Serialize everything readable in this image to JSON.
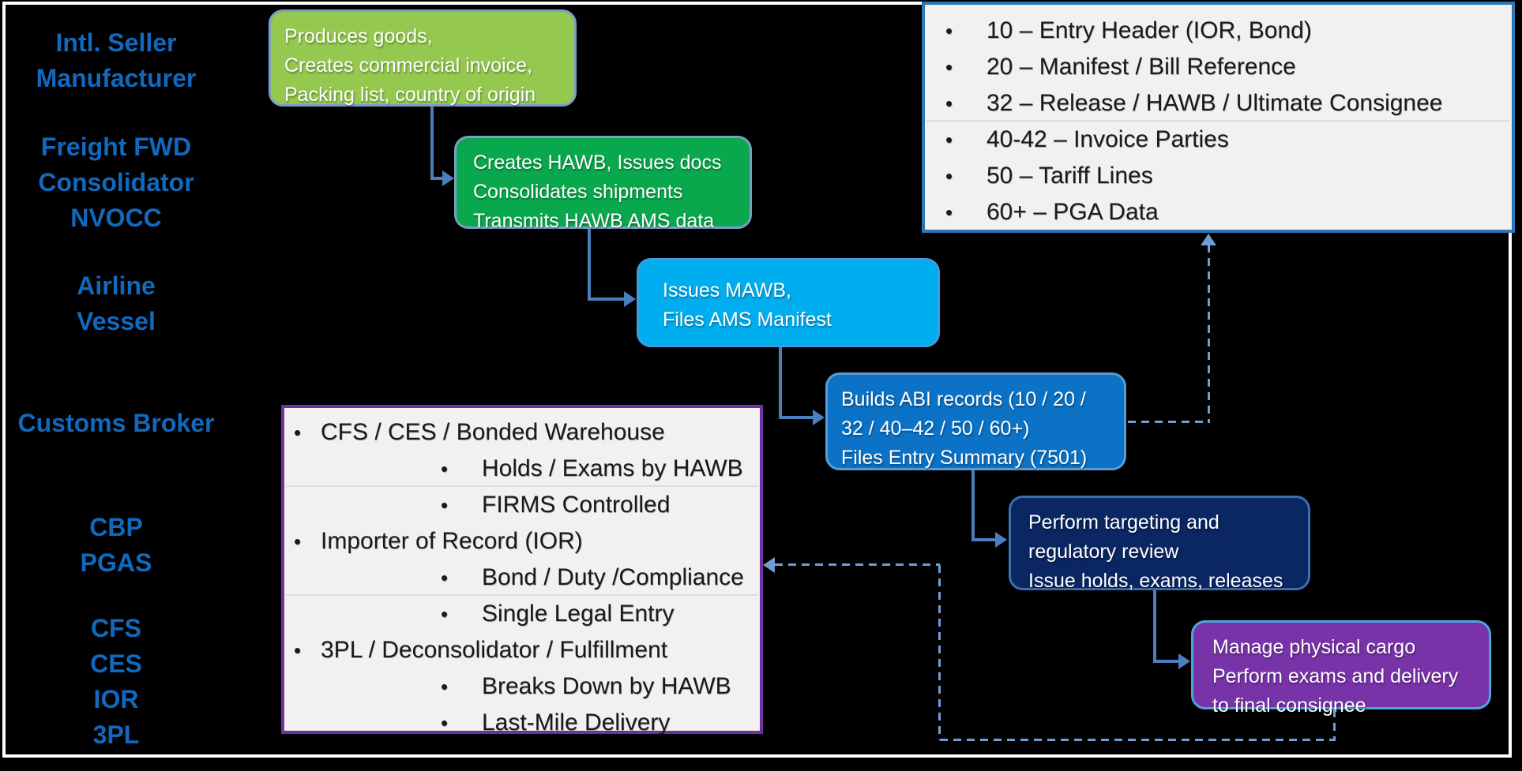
{
  "bullet": "•",
  "colors": {
    "bg": "#000000",
    "frame": "#FFFFFF",
    "actor-text": "#1169BE",
    "box-text": "#FFFFFF",
    "box1-fill": "#94C84E",
    "box1-border": "#7B9EC7",
    "box2-fill": "#0AA84D",
    "box2-border": "#7B9EC7",
    "box3-fill": "#00AEEF",
    "box3-border": "#3E9EDB",
    "box4-fill": "#0B72C6",
    "box4-border": "#5B9BD5",
    "box5-fill": "#0A2663",
    "box5-border": "#3A6FB0",
    "box6-fill": "#7833A8",
    "box6-border": "#4BA6DA",
    "panel-fill": "#F1F1F1",
    "panel-text": "#1A1A1A",
    "panel1-border": "#2E75B6",
    "panel2-border": "#7030A0",
    "divider": "#DDDDDD",
    "arrow": "#4A7EBC",
    "dashed": "#6E9FD4"
  },
  "actors": [
    {
      "lines": [
        "Intl. Seller",
        "Manufacturer"
      ]
    },
    {
      "lines": [
        "Freight FWD",
        "Consolidator",
        "NVOCC"
      ]
    },
    {
      "lines": [
        "Airline",
        "Vessel"
      ]
    },
    {
      "lines": [
        "Customs Broker"
      ]
    },
    {
      "lines": [
        "CBP",
        "PGAS"
      ]
    },
    {
      "lines": [
        "CFS",
        "CES",
        "IOR",
        "3PL"
      ]
    }
  ],
  "boxes": [
    {
      "lines": [
        "Produces goods,",
        "Creates commercial invoice,",
        "Packing list, country of origin"
      ]
    },
    {
      "lines": [
        "Creates HAWB, Issues docs",
        "Consolidates shipments",
        "Transmits HAWB AMS data"
      ]
    },
    {
      "lines": [
        "Issues MAWB,",
        "Files AMS Manifest"
      ]
    },
    {
      "lines": [
        "Builds ABI records (10 / 20 /",
        "32 / 40–42 / 50 / 60+)",
        "Files Entry Summary (7501)"
      ]
    },
    {
      "lines": [
        "Perform targeting and",
        "regulatory review",
        "Issue holds, exams, releases"
      ]
    },
    {
      "lines": [
        "Manage physical cargo",
        "Perform exams and delivery",
        "to final consignee"
      ]
    }
  ],
  "records_panel": {
    "items": [
      "10 – Entry Header (IOR, Bond)",
      "20 – Manifest / Bill Reference",
      "32 – Release / HAWB / Ultimate Consignee",
      "40-42 – Invoice Parties",
      "50 – Tariff Lines",
      "60+ – PGA Data"
    ]
  },
  "ops_panel": {
    "items": [
      {
        "text": "CFS / CES / Bonded Warehouse",
        "level": 1
      },
      {
        "text": "Holds / Exams by HAWB",
        "level": 2
      },
      {
        "text": "FIRMS Controlled",
        "level": 2
      },
      {
        "text": "Importer of Record (IOR)",
        "level": 1
      },
      {
        "text": "Bond / Duty /Compliance",
        "level": 2
      },
      {
        "text": "Single Legal Entry",
        "level": 2
      },
      {
        "text": "3PL / Deconsolidator / Fulfillment",
        "level": 1
      },
      {
        "text": "Breaks Down by HAWB",
        "level": 2
      },
      {
        "text": "Last-Mile Delivery",
        "level": 2
      }
    ]
  }
}
